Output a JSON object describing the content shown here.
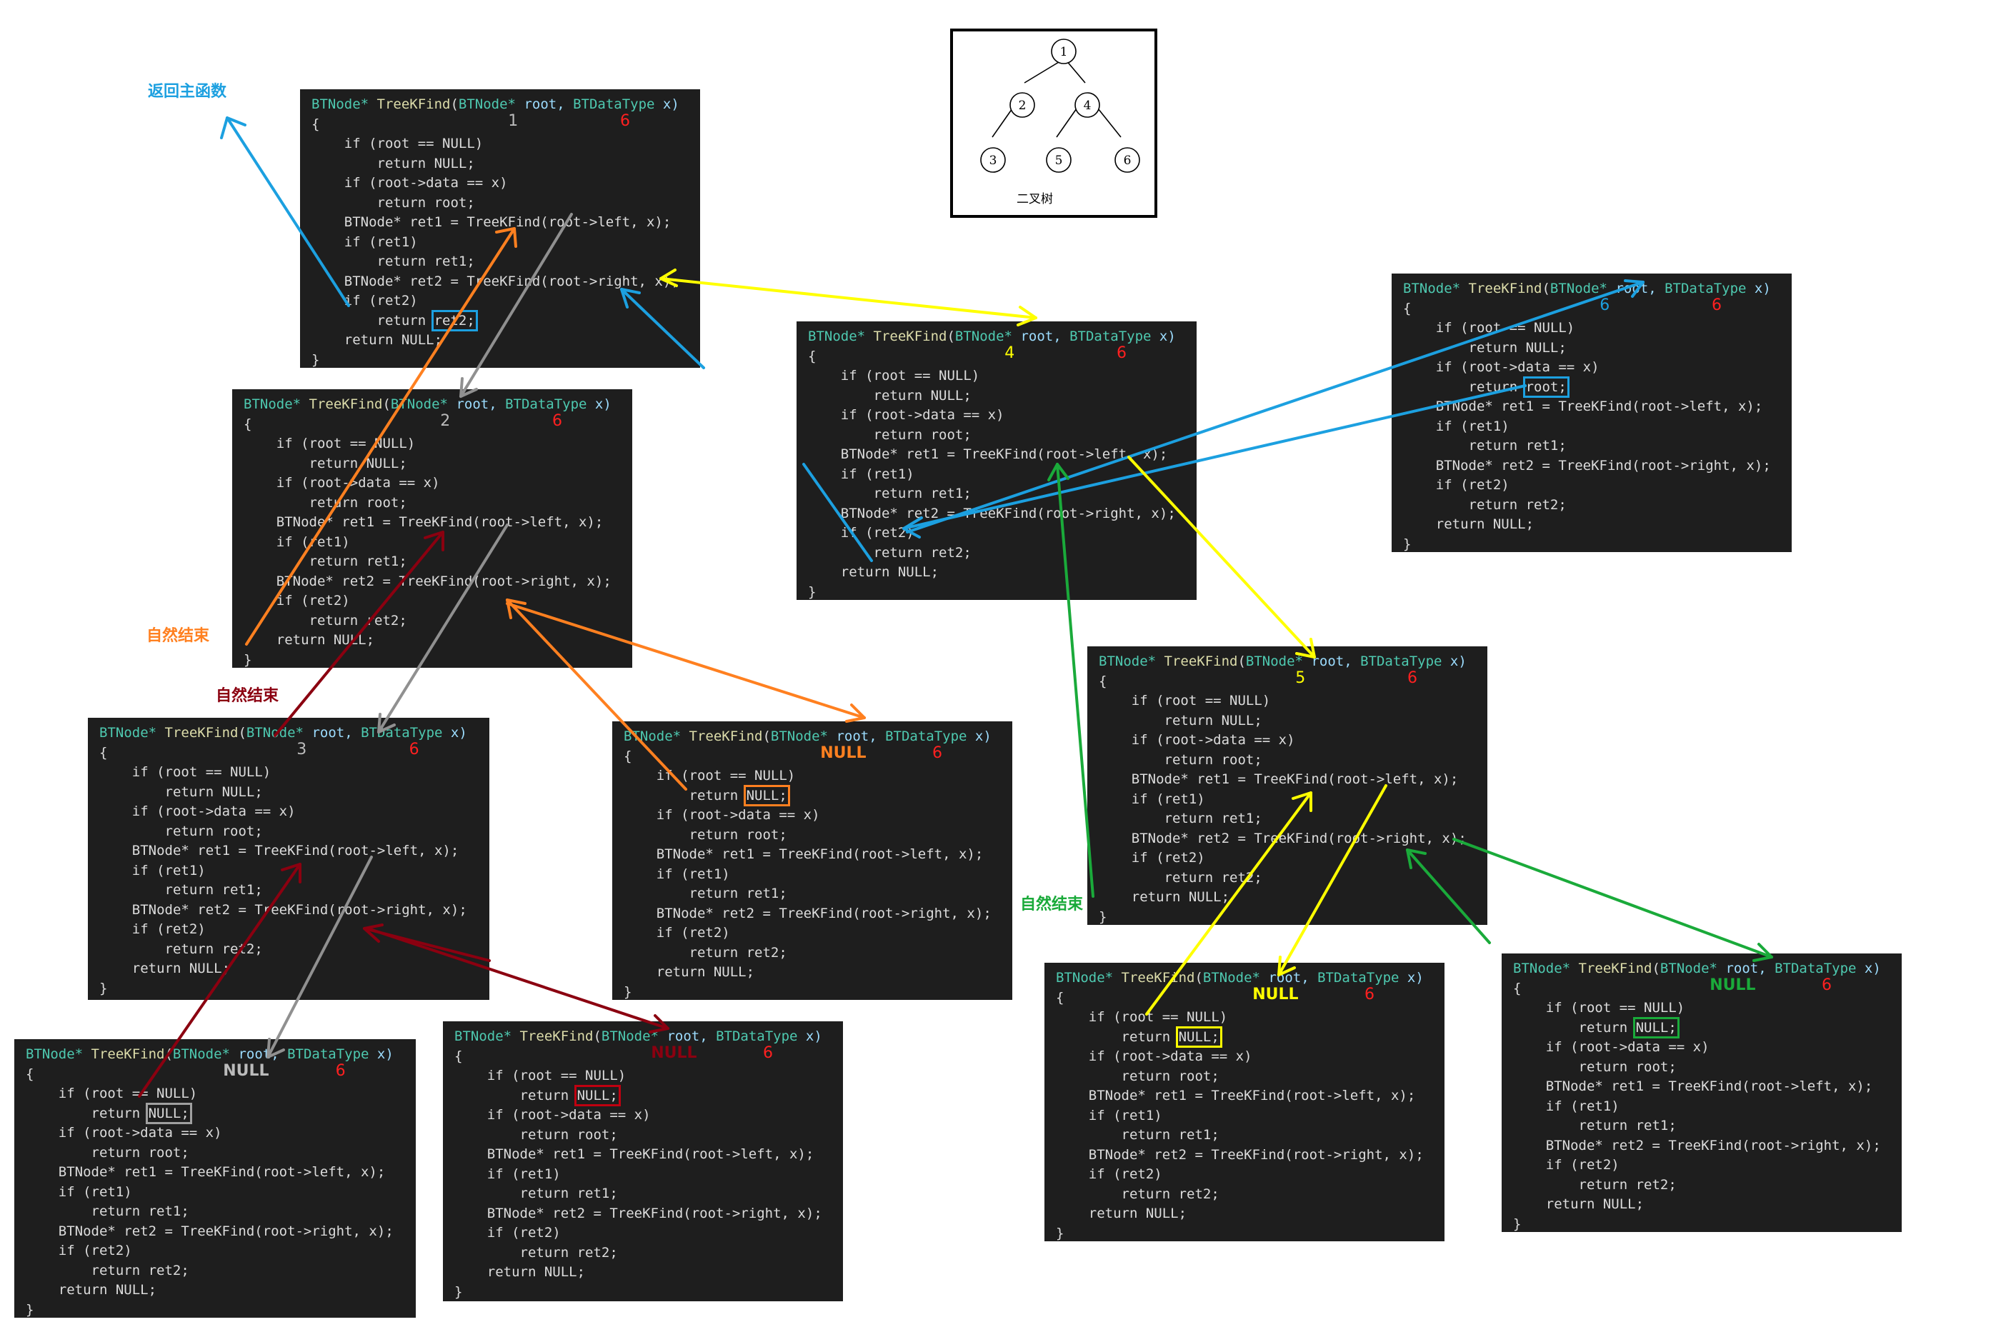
{
  "code_lines": [
    {
      "type": "sig",
      "text_a": "BTNode*",
      "text_b": "TreeKFind",
      "text_c": "(",
      "text_d": "BTNode*",
      "text_e": "root,",
      "text_f": "BTDataType",
      "text_g": "x)"
    },
    "{",
    "    if (root == NULL)",
    "        return NULL;",
    "    if (root->data == x)",
    "        return root;",
    "    BTNode* ret1 = TreeKFind(root->left, x);",
    "    if (ret1)",
    "        return ret1;",
    "    BTNode* ret2 = TreeKFind(root->right, x);",
    "    if (ret2)",
    "        return ret2;",
    "    return NULL;",
    "}"
  ],
  "boxes": [
    {
      "id": "frame-1",
      "node": "1",
      "x": "6",
      "node_color": "#bbbbbb",
      "hl": "ret2",
      "hl_color": "#1ca0e0"
    },
    {
      "id": "frame-2",
      "node": "2",
      "x": "6",
      "node_color": "#bbbbbb",
      "hl": "",
      "hl_color": ""
    },
    {
      "id": "frame-3",
      "node": "3",
      "x": "6",
      "node_color": "#bbbbbb",
      "hl": "",
      "hl_color": ""
    },
    {
      "id": "frame-null-a",
      "node": "NULL",
      "x": "6",
      "node_color": "#bbbbbb",
      "hl": "null",
      "hl_color": "#a0a0a0"
    },
    {
      "id": "frame-null-b",
      "node": "NULL",
      "x": "6",
      "node_color": "#8b0010",
      "hl": "null",
      "hl_color": "#c00010"
    },
    {
      "id": "frame-null-c",
      "node": "NULL",
      "x": "6",
      "node_color": "#ff8020",
      "hl": "null",
      "hl_color": "#ff8020"
    },
    {
      "id": "frame-4",
      "node": "4",
      "x": "6",
      "node_color": "#ffff00",
      "hl": "",
      "hl_color": ""
    },
    {
      "id": "frame-6",
      "node": "6",
      "x": "6",
      "node_color": "#1ca0e0",
      "hl": "root",
      "hl_color": "#1ca0e0"
    },
    {
      "id": "frame-5",
      "node": "5",
      "x": "6",
      "node_color": "#ffff00",
      "hl": "",
      "hl_color": ""
    },
    {
      "id": "frame-null-d",
      "node": "NULL",
      "x": "6",
      "node_color": "#ffff00",
      "hl": "null",
      "hl_color": "#ffff00"
    },
    {
      "id": "frame-null-e",
      "node": "NULL",
      "x": "6",
      "node_color": "#1aaa3a",
      "hl": "null",
      "hl_color": "#1aaa3a"
    }
  ],
  "annotations": {
    "return_main": "返回主函数",
    "natural_end_orange": "自然结束",
    "natural_end_red": "自然结束",
    "natural_end_green": "自然结束"
  },
  "tree": {
    "caption": "二叉树",
    "nodes": [
      "1",
      "2",
      "4",
      "3",
      "5",
      "6"
    ]
  },
  "colors": {
    "blue": "#1ca0e0",
    "orange": "#ff8020",
    "gray": "#909090",
    "darkred": "#8b0010",
    "yellow": "#ffff00",
    "green": "#1aaa3a",
    "x_red": "#ff2020"
  }
}
